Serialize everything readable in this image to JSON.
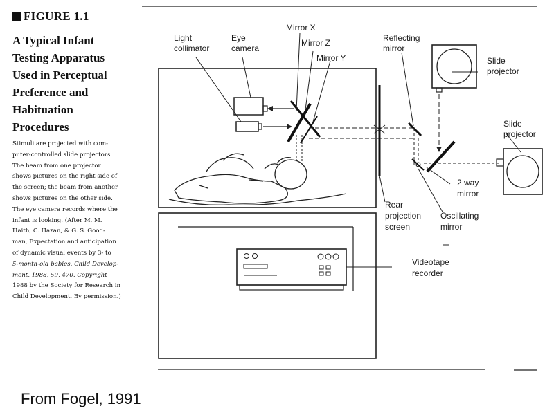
{
  "caption": {
    "figure_label": "FIGURE 1.1",
    "title_lines": [
      "A Typical Infant",
      "Testing Apparatus",
      "Used in Perceptual",
      "Preference and",
      "Habituation",
      "Procedures"
    ],
    "body_lines": [
      "Stimuli are projected with com-",
      "puter-controlled slide projectors.",
      "The beam from one projector",
      "shows pictures on the right side of",
      "the screen; the beam from another",
      "shows pictures on the other side.",
      "The eye camera records where the",
      "infant is looking. (After M. M.",
      "Haith, C. Hazan, & G. S. Good-",
      "man, Expectation and anticipation",
      "of dynamic visual events by 3- to",
      "5-month-old babies. Child Develop-",
      "ment, 1988, 59, 470. Copyright",
      "1988 by the Society for Research in",
      "Child Development. By permission.)"
    ]
  },
  "labels": {
    "light_collimator": [
      "Light",
      "collimator"
    ],
    "eye_camera": [
      "Eye",
      "camera"
    ],
    "mirror_x": "Mirror X",
    "mirror_z": "Mirror Z",
    "mirror_y": "Mirror Y",
    "reflecting_mirror": [
      "Reflecting",
      "mirror"
    ],
    "slide_projector_top": [
      "Slide",
      "projector"
    ],
    "slide_projector_right": [
      "Slide",
      "projector"
    ],
    "two_way_mirror": [
      "2 way",
      "mirror"
    ],
    "rear_projection_screen": [
      "Rear",
      "projection",
      "screen"
    ],
    "oscillating_mirror": [
      "Oscillating",
      "mirror"
    ],
    "videotape_recorder": [
      "Videotape",
      "recorder"
    ]
  },
  "source": "From Fogel, 1991"
}
